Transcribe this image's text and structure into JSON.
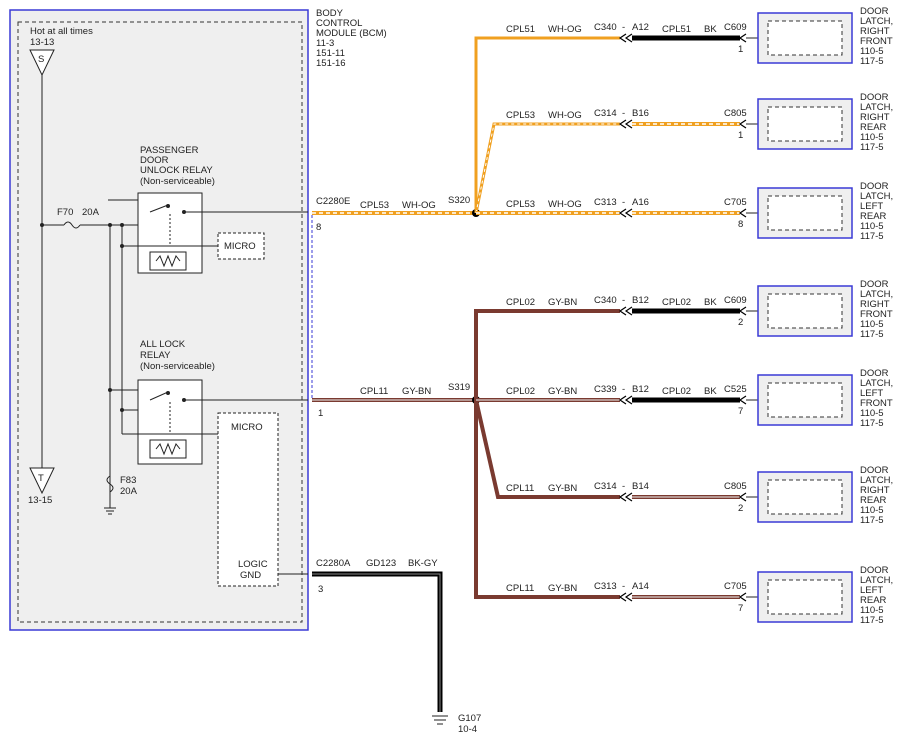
{
  "bcm": {
    "title_lines": [
      "BODY",
      "CONTROL",
      "MODULE (BCM)",
      "11-3",
      "151-11",
      "151-16"
    ],
    "hot_label": "Hot at all times",
    "hot_ref": "13-13",
    "s_label": "S",
    "t_label": "T",
    "t_ref": "13-15",
    "f70_label": "F70",
    "f70_rating": "20A",
    "f83_label": "F83",
    "f83_rating": "20A",
    "relay1_lines": [
      "PASSENGER",
      "DOOR",
      "UNLOCK RELAY",
      "(Non-serviceable)"
    ],
    "relay2_lines": [
      "ALL LOCK",
      "RELAY",
      "(Non-serviceable)"
    ],
    "micro1": "MICRO",
    "micro2": "MICRO",
    "logic_lines": [
      "LOGIC",
      "GND"
    ]
  },
  "connectors": {
    "c2280e": "C2280E",
    "c2280e_pin": "8",
    "c2280a": "C2280A",
    "c2280a_pin": "3",
    "pin1": "1"
  },
  "splices": {
    "s320": "S320",
    "s319": "S319"
  },
  "wires": {
    "cpl53_main": "CPL53",
    "cpl53_main_color": "WH-OG",
    "cpl11_main": "CPL11",
    "cpl11_main_color": "GY-BN",
    "gd123": "GD123",
    "gd123_color": "BK-GY"
  },
  "ground": {
    "label": "G107",
    "ref": "10-4"
  },
  "branches": [
    {
      "wire": "CPL51",
      "color": "WH-OG",
      "inline_conn": "C340",
      "inline_pin": "A12",
      "wire2": "CPL51",
      "color2": "BK",
      "door_conn": "C609",
      "door_pin": "1",
      "door_lines": [
        "DOOR",
        "LATCH,",
        "RIGHT",
        "FRONT",
        "110-5",
        "117-5"
      ]
    },
    {
      "wire": "CPL53",
      "color": "WH-OG",
      "inline_conn": "C314",
      "inline_pin": "B16",
      "wire2": "",
      "color2": "",
      "door_conn": "C805",
      "door_pin": "1",
      "door_lines": [
        "DOOR",
        "LATCH,",
        "RIGHT",
        "REAR",
        "110-5",
        "117-5"
      ]
    },
    {
      "wire": "CPL53",
      "color": "WH-OG",
      "inline_conn": "C313",
      "inline_pin": "A16",
      "wire2": "",
      "color2": "",
      "door_conn": "C705",
      "door_pin": "8",
      "door_lines": [
        "DOOR",
        "LATCH,",
        "LEFT",
        "REAR",
        "110-5",
        "117-5"
      ]
    },
    {
      "wire": "CPL02",
      "color": "GY-BN",
      "inline_conn": "C340",
      "inline_pin": "B12",
      "wire2": "CPL02",
      "color2": "BK",
      "door_conn": "C609",
      "door_pin": "2",
      "door_lines": [
        "DOOR",
        "LATCH,",
        "RIGHT",
        "FRONT",
        "110-5",
        "117-5"
      ]
    },
    {
      "wire": "CPL02",
      "color": "GY-BN",
      "inline_conn": "C339",
      "inline_pin": "B12",
      "wire2": "CPL02",
      "color2": "BK",
      "door_conn": "C525",
      "door_pin": "7",
      "door_lines": [
        "DOOR",
        "LATCH,",
        "LEFT",
        "FRONT",
        "110-5",
        "117-5"
      ]
    },
    {
      "wire": "CPL11",
      "color": "GY-BN",
      "inline_conn": "C314",
      "inline_pin": "B14",
      "wire2": "",
      "color2": "",
      "door_conn": "C805",
      "door_pin": "2",
      "door_lines": [
        "DOOR",
        "LATCH,",
        "RIGHT",
        "REAR",
        "110-5",
        "117-5"
      ]
    },
    {
      "wire": "CPL11",
      "color": "GY-BN",
      "inline_conn": "C313",
      "inline_pin": "A14",
      "wire2": "",
      "color2": "",
      "door_conn": "C705",
      "door_pin": "7",
      "door_lines": [
        "DOOR",
        "LATCH,",
        "LEFT",
        "REAR",
        "110-5",
        "117-5"
      ]
    }
  ],
  "colors": {
    "module_border": "#3a3ad6",
    "orange": "#f0a020",
    "brown": "#7a3a30",
    "gray_wire": "#c9b8b4",
    "black_wire": "#000000"
  }
}
